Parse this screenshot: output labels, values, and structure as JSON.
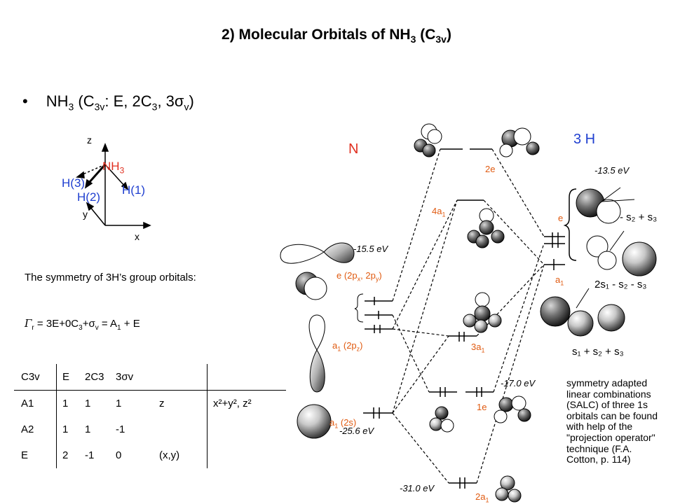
{
  "slide": {
    "title_main": "2) Molecular Orbitals of NH",
    "title_sub3": "3",
    "title_c": " (C",
    "title_sub3v": "3v",
    "title_close": ")"
  },
  "bullet": {
    "dot": "•",
    "nh": "NH",
    "sub3": "3",
    "c": " (C",
    "sub3v": "3v",
    "ops_a": ": E, 2C",
    "sub3b": "3",
    "ops_b": ", 3",
    "sigma": "σ",
    "subv": "v",
    "close": ")"
  },
  "axes_figure": {
    "z": "z",
    "y": "y",
    "x": "x",
    "nh3": "NH",
    "nh3_sub": "3",
    "h1": "H(1)",
    "h2": "H(2)",
    "h3": "H(3)"
  },
  "symmetry_text": "The symmetry of 3H’s group orbitals:",
  "representation": {
    "gamma": "Γ",
    "sub_r": "r",
    "eq_a": " = 3E+0C",
    "sub3": "3",
    "plus": "+",
    "sigma": "σ",
    "subv": "v",
    "eq_b": " = A",
    "sub1": "1",
    "eq_c": " + E"
  },
  "character_table": {
    "header": [
      "C3v",
      "E",
      "2C3",
      "3σv",
      "",
      ""
    ],
    "rows": [
      [
        "A1",
        "1",
        "1",
        "1",
        "z",
        "x²+y², z²"
      ],
      [
        "A2",
        "1",
        "1",
        "-1",
        "",
        ""
      ],
      [
        "E",
        "2",
        "-1",
        "0",
        "(x,y)",
        ""
      ]
    ]
  },
  "mo_diagram": {
    "n_label": "N",
    "h_label": "3 H",
    "levels": {
      "two_e": "2e",
      "four_a1": "4a",
      "four_a1_sub": "1",
      "three_a1": "3a",
      "three_a1_sub": "1",
      "one_e": "1e",
      "two_a1": "2a",
      "two_a1_sub": "1"
    },
    "energies": {
      "n_2p": "-15.5 eV",
      "n_2s": "-25.6 eV",
      "h_1s": "-13.5 eV",
      "mo_1e": "-17.0 eV",
      "mo_2a1": "-31.0 eV"
    },
    "n_orbitals": {
      "e_2p": "e (2p",
      "e_2p_x": "x",
      "e_2p_mid": ", 2p",
      "e_2p_y": "y",
      "e_2p_close": ")",
      "a1_2pz": "a",
      "a1_2pz_sub": "1",
      "a1_2pz_rest": " (2p",
      "a1_2pz_z": "z",
      "a1_2pz_close": ")",
      "a1_2s": "a",
      "a1_2s_sub": "1",
      "a1_2s_rest": " (2s)"
    },
    "h_salc": {
      "e": "e",
      "a1": "a",
      "a1_sub": "1",
      "salc_e1": "- s₂ + s₃",
      "salc_e2": "2s₁ - s₂ - s₃",
      "salc_a1": "s₁ + s₂ + s₃"
    },
    "note": "symmetry adapted linear combinations (SALC) of three 1s orbitals can be found with help of the \"projection operator\" technique (F.A. Cotton, p. 114)"
  },
  "colors": {
    "blue_label": "#1f3fd0",
    "red_label": "#e03020",
    "orange_label": "#e05a10"
  }
}
